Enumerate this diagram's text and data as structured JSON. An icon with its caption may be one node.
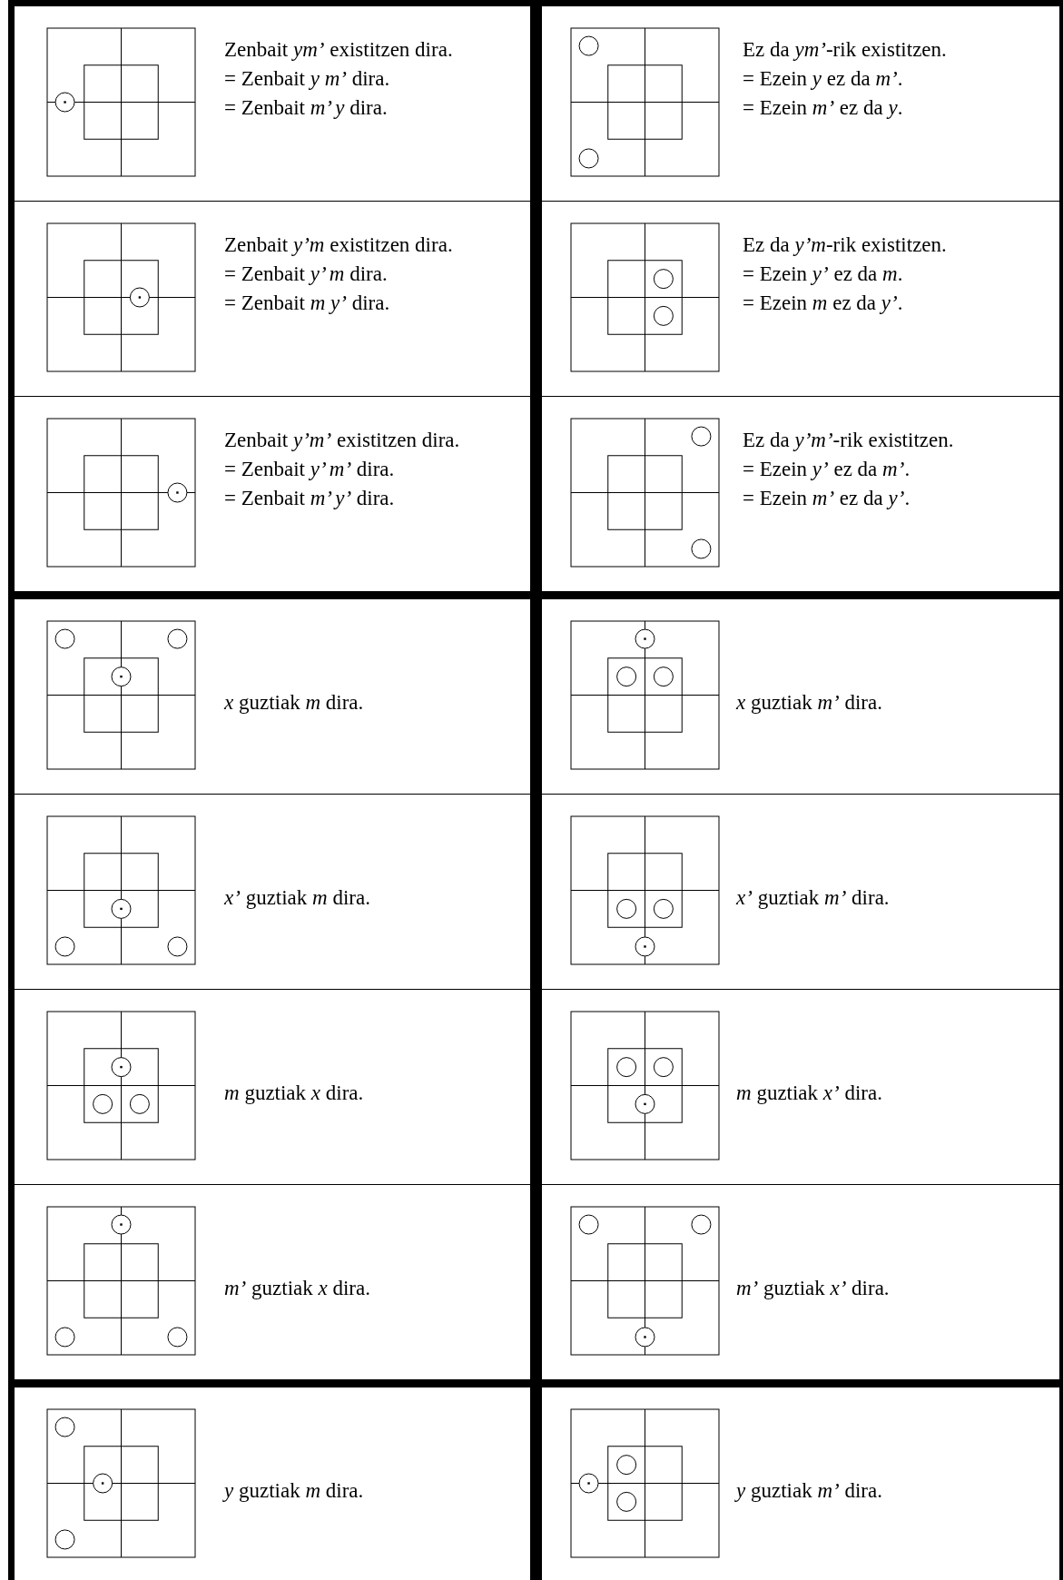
{
  "diagram": {
    "labels": [
      "Zenbait *ym’* existitzen dira.",
      "= Zenbait *y m’* dira.",
      "= Zenbait *m’ y* dira.",
      "Ez da *ym’*-rik existitzen.",
      "= Ezein *y* ez da *m’*.",
      "= Ezein *m’* ez da *y*.",
      "Zenbait *y’m* existitzen dira.",
      "= Zenbait *y’ m* dira.",
      "= Zenbait *m y’* dira.",
      "Ez da *y’m*-rik existitzen.",
      "= Ezein *y’* ez da *m*.",
      "= Ezein *m* ez da *y’*.",
      "Zenbait *y’m’* existitzen dira.",
      "= Zenbait *y’ m’* dira.",
      "= Zenbait *m’ y’* dira.",
      "Ez da *y’m’*-rik existitzen.",
      "= Ezein *y’* ez da *m’*.",
      "= Ezein *m’* ez da *y’*.",
      "*x* guztiak *m* dira.",
      "*x* guztiak *m’* dira.",
      "*x’* guztiak *m* dira.",
      "*x’* guztiak *m’* dira.",
      "*m* guztiak *x* dira.",
      "*m* guztiak *x’* dira.",
      "*m’* guztiak *x* dira.",
      "*m’* guztiak *x’* dira.",
      "*y* guztiak *m* dira.",
      "*y* guztiak *m’* dira."
    ]
  }
}
